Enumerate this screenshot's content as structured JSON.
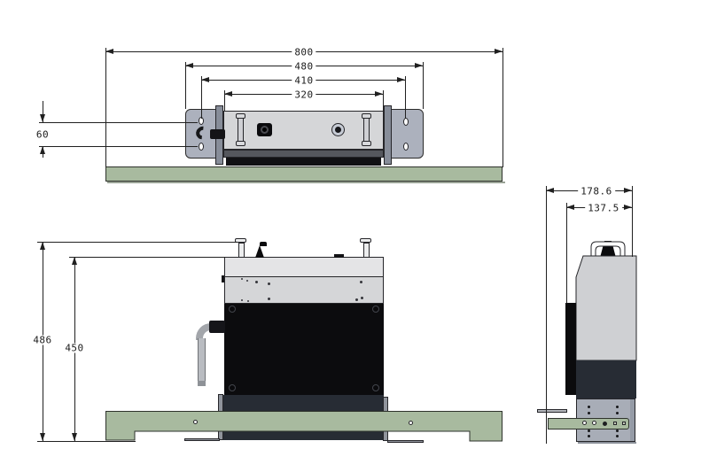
{
  "dims": {
    "top_overall": "800",
    "top_bracket": "480",
    "top_holes": "410",
    "top_body": "320",
    "hole_pitch": "60",
    "front_overall": "486",
    "front_body": "450",
    "side_overall": "178.6",
    "side_body": "137.5"
  },
  "colors": {
    "base_green": "#a8ba9f",
    "bracket_slate": "#acb1bd",
    "plate_gray": "#878d99",
    "body_gray": "#d5d6d8",
    "body_light": "#e4e4e6",
    "side_body_gray": "#cfd0d3",
    "panel_black": "#0c0c0e",
    "panel_navy": "#272c34",
    "bottom_slate": "#a8adb7",
    "metal": "#b9bcc1",
    "line": "#202020"
  }
}
